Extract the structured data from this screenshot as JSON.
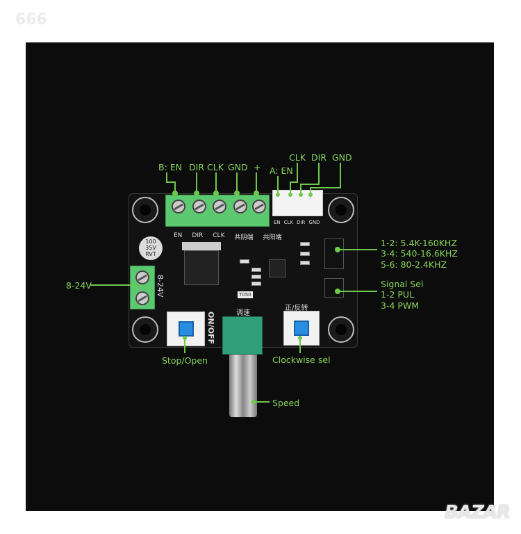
{
  "watermark": "666",
  "brand_logo": "BAZAR",
  "labels": {
    "b_en": "B: EN",
    "b_dir": "DIR",
    "b_clk": "CLK",
    "b_gnd": "GND",
    "b_plus": "+",
    "a_en": "A: EN",
    "a_clk": "CLK",
    "a_dir": "DIR",
    "a_gnd": "GND",
    "freq": [
      "1-2: 5.4K-160KHZ",
      "3-4: 540-16.6KHZ",
      "5-6: 80-2.4KHZ"
    ],
    "signal": [
      "Signal Sel",
      "1-2 PUL",
      "3-4 PWM"
    ],
    "power": "8-24V",
    "stop": "Stop/Open",
    "clockwise": "Clockwise sel",
    "speed": "Speed"
  },
  "silkscreen": {
    "terminal": [
      "EN",
      "DIR",
      "CLK",
      "共阴端",
      "共阳端"
    ],
    "connector": [
      "EN",
      "CLK",
      "DIR",
      "GND"
    ],
    "speed_cn": "调速",
    "direction_cn": "正/反转",
    "onoff": "ON/OFF",
    "voltage": "8-24V",
    "cap": [
      "100",
      "35V",
      "RVT"
    ],
    "chip": "T050"
  }
}
